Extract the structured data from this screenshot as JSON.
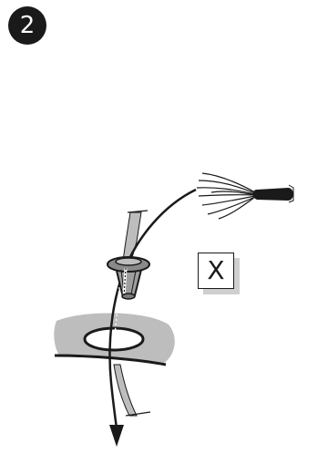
{
  "step": {
    "number": "2"
  },
  "label_box": {
    "text": "X"
  },
  "colors": {
    "ink": "#1a1a1a",
    "gray_fill": "#bdbdbd",
    "shadow": "#cfcfcf",
    "background": "#ffffff"
  },
  "icons": [
    "step-number-badge",
    "cable-icon",
    "grommet-icon",
    "wall-opening-icon",
    "arrow-icon",
    "stripped-wire-icon",
    "label-box-icon"
  ]
}
